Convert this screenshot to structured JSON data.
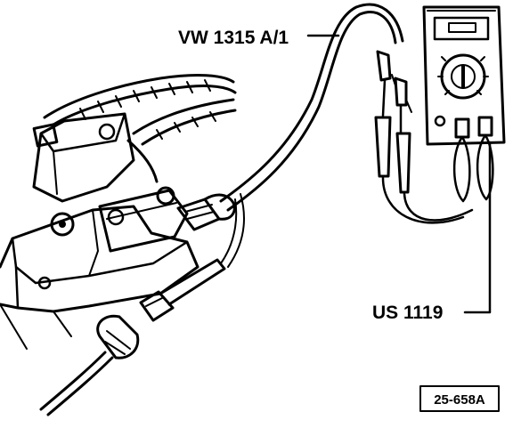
{
  "callouts": {
    "tester_label": "VW 1315 A/1",
    "meter_label": "US 1119"
  },
  "figure_id": "25-658A",
  "colors": {
    "ink": "#000000",
    "paper": "#ffffff"
  }
}
